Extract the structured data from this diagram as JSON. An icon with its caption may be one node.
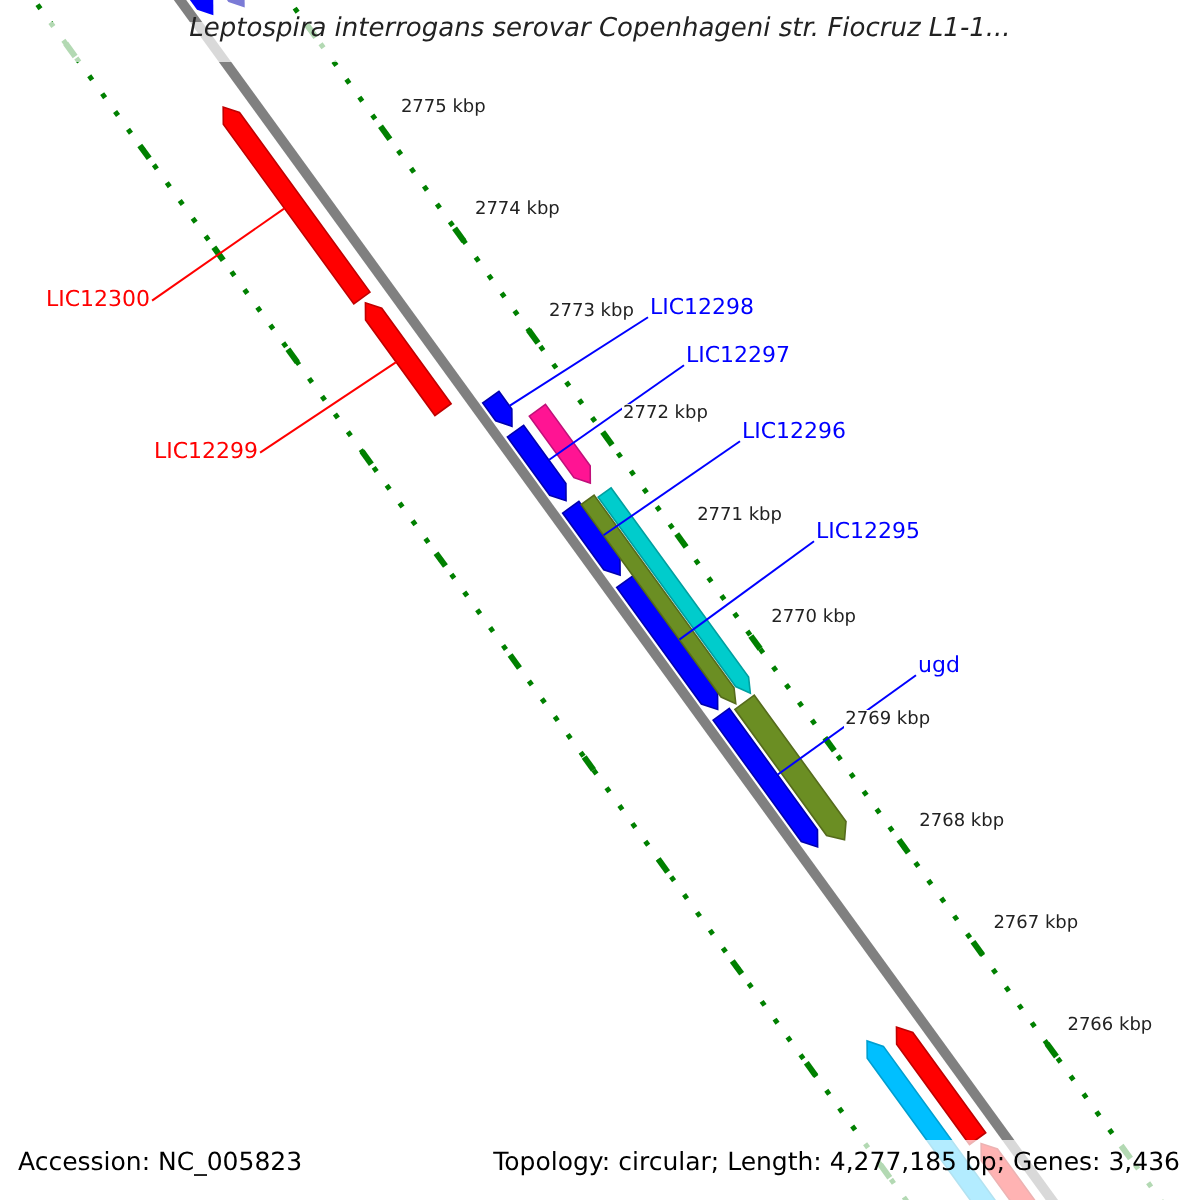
{
  "diagram": {
    "title": "Leptospira interrogans serovar Copenhageni str. Fiocruz L1-1...",
    "nodes": [
      {
        "text": [
          "LIC12300"
        ]
      },
      {
        "text": [
          "LIC12299"
        ]
      },
      {
        "text": [
          "LIC12298"
        ]
      },
      {
        "text": [
          "LIC12297"
        ]
      },
      {
        "text": [
          "LIC12296"
        ]
      },
      {
        "text": [
          "LIC12295"
        ]
      },
      {
        "text": [
          "ugd"
        ]
      },
      {
        "text": [],
        "shape": "arrow"
      },
      {
        "text": [],
        "shape": "arrow"
      },
      {
        "text": [],
        "shape": "arrow"
      },
      {
        "text": [],
        "shape": "arrow"
      },
      {
        "text": [],
        "shape": "arrow"
      },
      {
        "text": [],
        "shape": "arrow"
      },
      {
        "text": [],
        "shape": "arrow"
      },
      {
        "text": [],
        "shape": "arrow"
      },
      {
        "text": [],
        "shape": "arrow"
      },
      {
        "text": [],
        "shape": "arrow"
      },
      {
        "text": [],
        "shape": "arrow"
      },
      {
        "text": [],
        "shape": "arrow"
      },
      {
        "text": [],
        "shape": "arrow"
      },
      {
        "text": [],
        "shape": "arrow"
      },
      {
        "text": [],
        "shape": "arrow"
      },
      {
        "text": [],
        "shape": "arrow"
      }
    ],
    "edges": [
      {
        "from": 0,
        "to": 7,
        "arrow": "none",
        "color": "#ff0000"
      },
      {
        "from": 1,
        "to": 8,
        "arrow": "none",
        "color": "#ff0000"
      },
      {
        "from": 2,
        "to": 9,
        "arrow": "none"
      },
      {
        "from": 3,
        "to": 10,
        "arrow": "none"
      },
      {
        "from": 4,
        "to": 11,
        "arrow": "none"
      },
      {
        "from": 5,
        "to": 12,
        "arrow": "none"
      },
      {
        "from": 6,
        "to": 13,
        "arrow": "none"
      }
    ],
    "labels": [
      "2775 kbp",
      "2774 kbp",
      "2773 kbp",
      "2772 kbp",
      "2771 kbp",
      "2770 kbp",
      "2769 kbp",
      "2768 kbp",
      "2767 kbp",
      "2766 kbp",
      "Accession: NC_005823",
      "Topology: circular; Length: 4,277,185 bp; Genes: 3,436"
    ]
  }
}
